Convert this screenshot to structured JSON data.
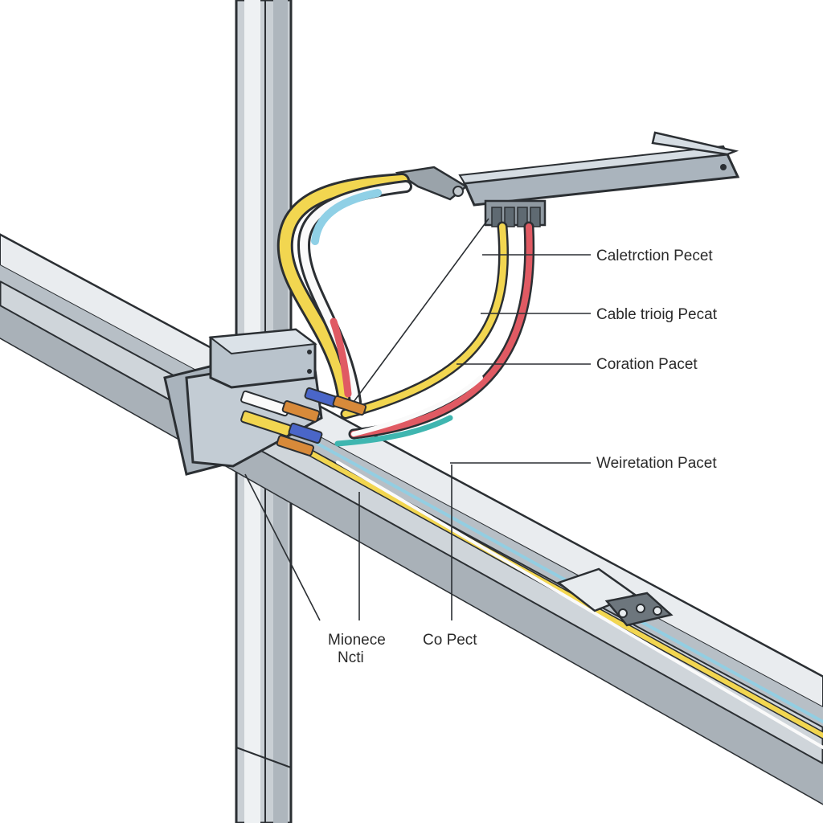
{
  "callouts": {
    "cable_retention": "Caletrction Pecet",
    "cable_trioig": "Cable trioig Pecat",
    "coration": "Coration Pacet",
    "weiretation": "Weiretation Pacet",
    "monece_line1": "Mionece",
    "monece_line2": "Ncti",
    "co_pect": "Co Pect"
  },
  "colors": {
    "outline": "#2b2f33",
    "steel_light": "#dfe3e6",
    "steel_mid": "#c3c9ce",
    "steel_dark": "#9aa3aa",
    "box": "#b9c3cc",
    "wire_red": "#e05a63",
    "wire_yellow": "#f2d650",
    "wire_blue": "#8fd0e6",
    "wire_white": "#fafafa",
    "wire_teal": "#3fb6b0",
    "connector_orange": "#d88a3a",
    "connector_blue": "#4a66c8"
  }
}
